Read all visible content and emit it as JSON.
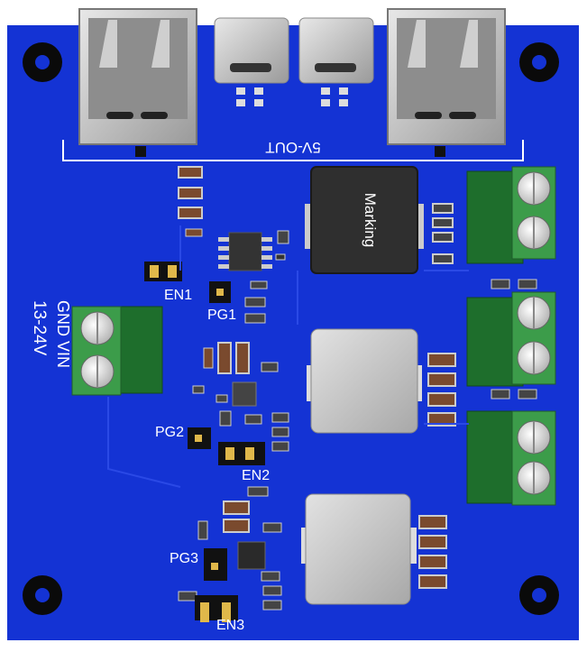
{
  "labels": {
    "usb_group": "5V-OUT",
    "inductor_marking": "Marking",
    "en1": "EN1",
    "pg1": "PG1",
    "pg2": "PG2",
    "en2": "EN2",
    "pg3": "PG3",
    "en3": "EN3",
    "input": "13-24V",
    "input_pins": "GND VIN"
  },
  "colors": {
    "board": "#1433d4",
    "silkscreen": "#ffffff",
    "terminal_block": "#2e8b3a",
    "terminal_head": "#6ee07a",
    "metal": "#c8c8c8"
  }
}
